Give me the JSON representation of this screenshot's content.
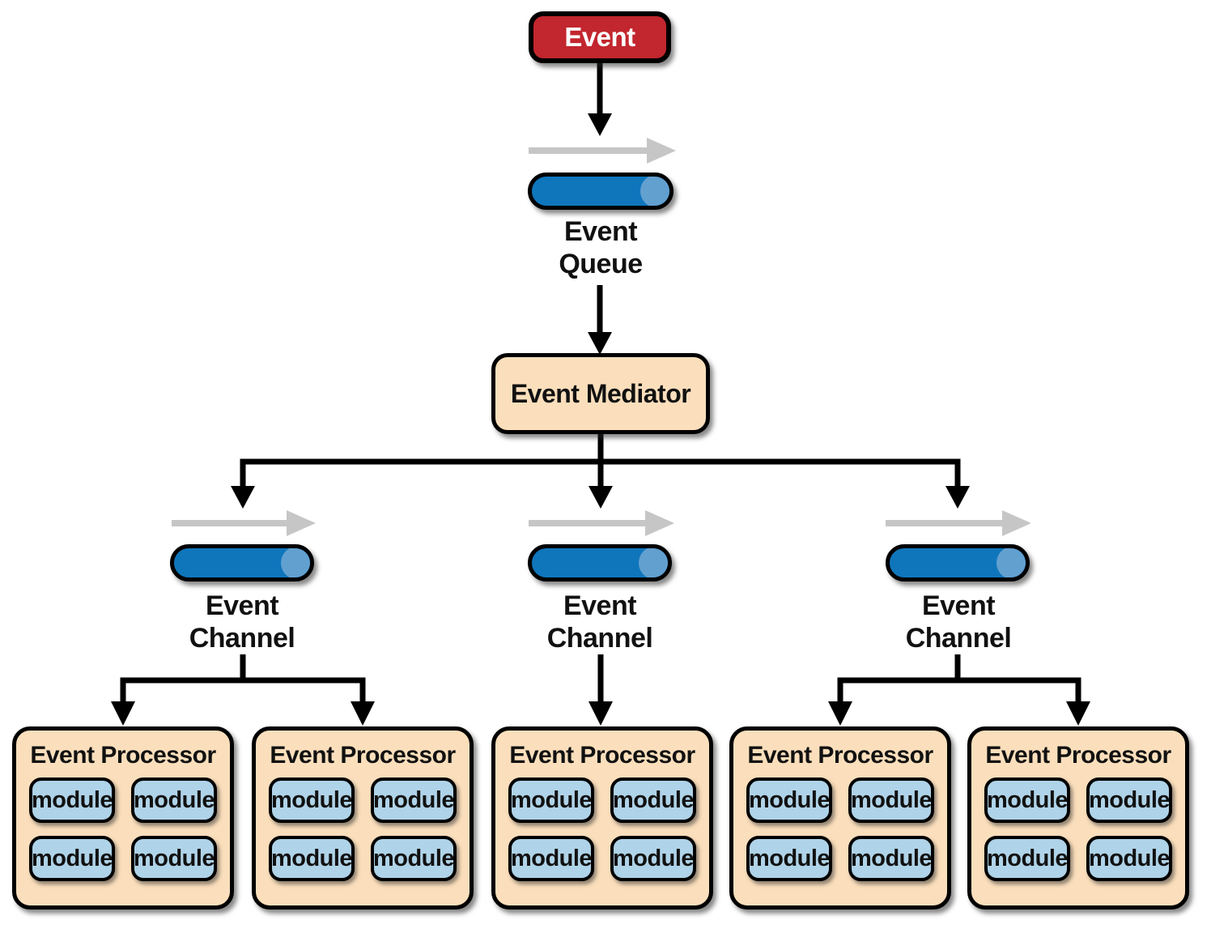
{
  "diagram": {
    "title_hint": "Event-driven architecture (mediator topology)",
    "event": {
      "label": "Event"
    },
    "event_queue": {
      "lines": [
        "Event",
        "Queue"
      ]
    },
    "mediator": {
      "label": "Event Mediator"
    },
    "channels": [
      {
        "lines": [
          "Event",
          "Channel"
        ]
      },
      {
        "lines": [
          "Event",
          "Channel"
        ]
      },
      {
        "lines": [
          "Event",
          "Channel"
        ]
      }
    ],
    "processors": [
      {
        "title": "Event Processor",
        "modules": [
          "module",
          "module",
          "module",
          "module"
        ]
      },
      {
        "title": "Event Processor",
        "modules": [
          "module",
          "module",
          "module",
          "module"
        ]
      },
      {
        "title": "Event Processor",
        "modules": [
          "module",
          "module",
          "module",
          "module"
        ]
      },
      {
        "title": "Event Processor",
        "modules": [
          "module",
          "module",
          "module",
          "module"
        ]
      },
      {
        "title": "Event Processor",
        "modules": [
          "module",
          "module",
          "module",
          "module"
        ]
      }
    ],
    "colors": {
      "event_red": "#C2262E",
      "processor_peach": "#FBDFBC",
      "module_blue": "#AFD3E8",
      "channel_blue": "#0F76BC",
      "channel_highlight": "#62A0D0",
      "arrow_gray": "#C6C6C6",
      "line_black": "#000000",
      "text_black": "#111111"
    }
  }
}
